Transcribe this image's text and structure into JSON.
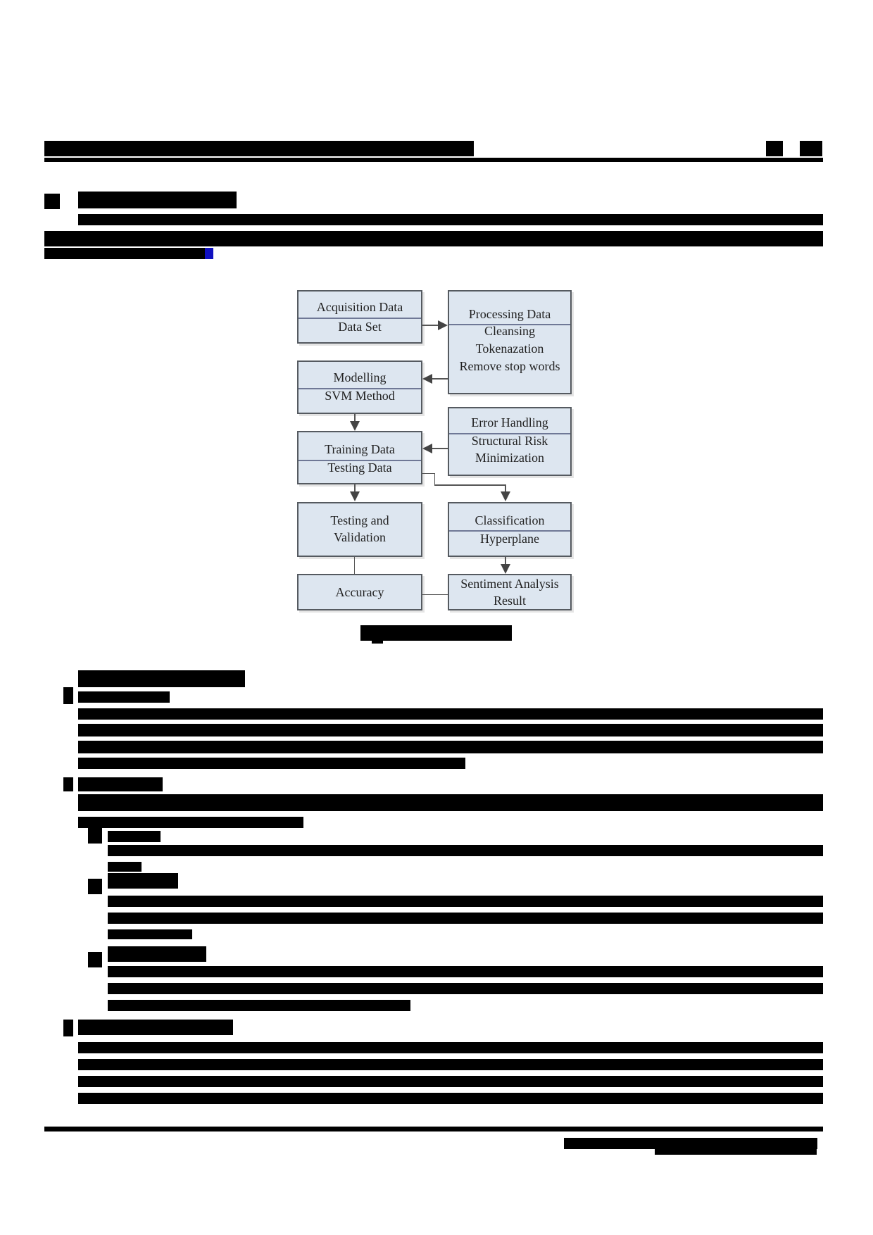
{
  "page": {
    "header": {
      "running_title": "[redacted]",
      "page_number": "[redacted]"
    },
    "section_heading": {
      "number": "[redacted]",
      "title": "[redacted]"
    },
    "intro_paragraph": {
      "text": "[redacted]",
      "figure_reference": "1"
    },
    "figure": {
      "caption": "[redacted]",
      "nodes": {
        "acquisition": {
          "title": "Acquisition Data",
          "body": "Data Set"
        },
        "processing": {
          "title": "Processing Data",
          "body_lines": [
            "Cleansing",
            "Tokenazation",
            "Remove stop words"
          ]
        },
        "modelling": {
          "title": "Modelling",
          "body": "SVM Method"
        },
        "error_handling": {
          "title": "Error Handling",
          "body_lines": [
            "Structural Risk",
            "Minimization"
          ]
        },
        "training": {
          "title": "Training Data",
          "body": "Testing Data"
        },
        "testing_validation": {
          "lines": [
            "Testing and",
            "Validation"
          ]
        },
        "classification": {
          "title": "Classification",
          "body": "Hyperplane"
        },
        "accuracy": {
          "label": "Accuracy"
        },
        "sentiment_result": {
          "lines": [
            "Sentiment Analysis",
            "Result"
          ]
        }
      },
      "colors": {
        "box_fill": "#dde6f0",
        "box_border": "#555a60",
        "divider": "#6f7896"
      }
    },
    "subsections": [
      {
        "marker": "[redacted]",
        "heading": "[redacted]",
        "body": "[redacted]"
      },
      {
        "marker": "[redacted]",
        "heading": "[redacted]",
        "body": "[redacted]",
        "items": [
          {
            "marker": "[redacted]",
            "heading": "[redacted]",
            "body": "[redacted]"
          },
          {
            "marker": "[redacted]",
            "heading": "[redacted]",
            "body": "[redacted]"
          },
          {
            "marker": "[redacted]",
            "heading": "[redacted]",
            "body": "[redacted]"
          }
        ]
      },
      {
        "marker": "[redacted]",
        "heading": "[redacted]",
        "body": "[redacted]"
      }
    ],
    "footer": {
      "text": "[redacted]"
    }
  }
}
